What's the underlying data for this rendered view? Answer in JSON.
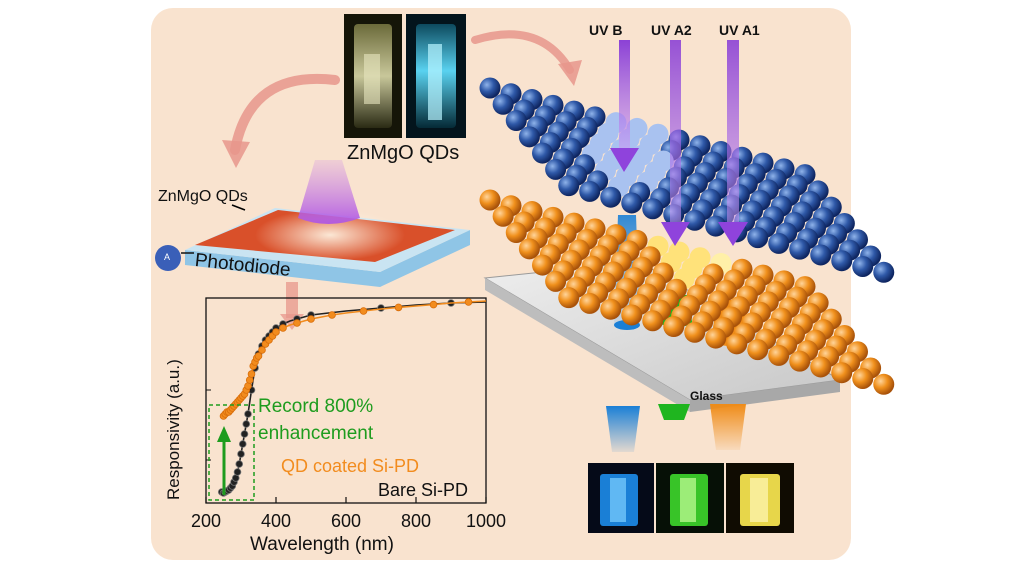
{
  "top_label": "ZnMgO QDs",
  "device": {
    "qd_label": "ZnMgO QDs",
    "photodiode_label": "Photodiode",
    "meter_label": "A"
  },
  "uv_beams": [
    {
      "label": "UV B",
      "color": "#1a7fd6"
    },
    {
      "label": "UV A2",
      "color": "#1fb51f"
    },
    {
      "label": "UV A1",
      "color": "#ef8b17"
    }
  ],
  "glass_label": "Glass",
  "colors": {
    "background": "#f9e3cf",
    "qd_coated": "#f28c1e",
    "bare": "#222222",
    "enhancement": "#1e9c1e",
    "beam": "#9b4de0"
  },
  "chart_data": {
    "type": "line",
    "xlabel": "Wavelength (nm)",
    "ylabel": "Responsivity (a.u.)",
    "xlim": [
      200,
      1000
    ],
    "x_ticks": [
      "200",
      "400",
      "600",
      "800",
      "1000"
    ],
    "annotation": [
      "Record 800%",
      "enhancement"
    ],
    "series": [
      {
        "name": "QD coated Si-PD",
        "color": "#f28c1e",
        "x": [
          250,
          255,
          260,
          265,
          270,
          275,
          280,
          285,
          290,
          295,
          300,
          305,
          310,
          315,
          320,
          325,
          330,
          335,
          340,
          345,
          350,
          360,
          370,
          380,
          390,
          400,
          420,
          440,
          460,
          480,
          500,
          530,
          560,
          600,
          650,
          700,
          750,
          800,
          850,
          900,
          950,
          1000
        ],
        "y": [
          0.42,
          0.43,
          0.44,
          0.44,
          0.45,
          0.46,
          0.47,
          0.48,
          0.49,
          0.5,
          0.51,
          0.52,
          0.53,
          0.55,
          0.57,
          0.6,
          0.63,
          0.67,
          0.69,
          0.71,
          0.72,
          0.75,
          0.78,
          0.8,
          0.82,
          0.84,
          0.86,
          0.875,
          0.885,
          0.895,
          0.905,
          0.915,
          0.925,
          0.935,
          0.945,
          0.955,
          0.963,
          0.97,
          0.977,
          0.985,
          0.99,
          0.995
        ]
      },
      {
        "name": "Bare Si-PD",
        "color": "#222222",
        "x": [
          245,
          250,
          255,
          260,
          265,
          270,
          275,
          280,
          285,
          290,
          295,
          300,
          305,
          310,
          315,
          320,
          330,
          340,
          350,
          360,
          370,
          380,
          390,
          400,
          420,
          440,
          460,
          480,
          500,
          600,
          700,
          800,
          900,
          1000
        ],
        "y": [
          0.04,
          0.035,
          0.04,
          0.045,
          0.05,
          0.06,
          0.07,
          0.09,
          0.11,
          0.14,
          0.18,
          0.23,
          0.28,
          0.33,
          0.38,
          0.43,
          0.55,
          0.66,
          0.73,
          0.77,
          0.8,
          0.82,
          0.84,
          0.86,
          0.88,
          0.895,
          0.905,
          0.915,
          0.925,
          0.945,
          0.96,
          0.975,
          0.985,
          0.99
        ]
      }
    ]
  }
}
